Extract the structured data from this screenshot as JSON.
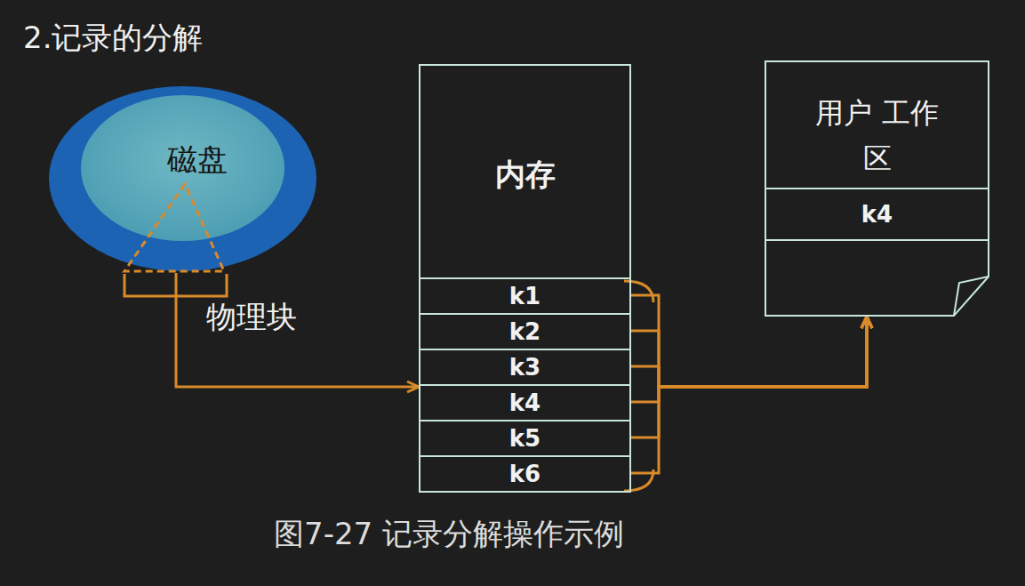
{
  "diagram": {
    "title": "2.记录的分解",
    "caption": "图7-27 记录分解操作示例",
    "nodes": [
      {
        "text": [
          "磁盘"
        ]
      },
      {
        "text": [
          "内存"
        ]
      },
      {
        "text": [
          "k1"
        ],
        "in": 1
      },
      {
        "text": [
          "k2"
        ],
        "in": 1
      },
      {
        "text": [
          "k3"
        ],
        "in": 1
      },
      {
        "text": [
          "k4"
        ],
        "in": 1
      },
      {
        "text": [
          "k5"
        ],
        "in": 1
      },
      {
        "text": [
          "k6"
        ],
        "in": 1
      },
      {
        "text": [
          "用户 工作区"
        ]
      },
      {
        "text": [
          "k4"
        ],
        "in": 8
      }
    ],
    "edges": [
      {
        "from": 0,
        "to": 1,
        "arrow": "to"
      },
      {
        "from": 2,
        "to": 8,
        "arrow": "to"
      },
      {
        "from": 3,
        "to": 8,
        "arrow": "to"
      },
      {
        "from": 4,
        "to": 8,
        "arrow": "to"
      },
      {
        "from": 5,
        "to": 8,
        "arrow": "to"
      },
      {
        "from": 6,
        "to": 8,
        "arrow": "to"
      },
      {
        "from": 7,
        "to": 8,
        "arrow": "to"
      }
    ],
    "labels": [
      "物理块"
    ]
  }
}
